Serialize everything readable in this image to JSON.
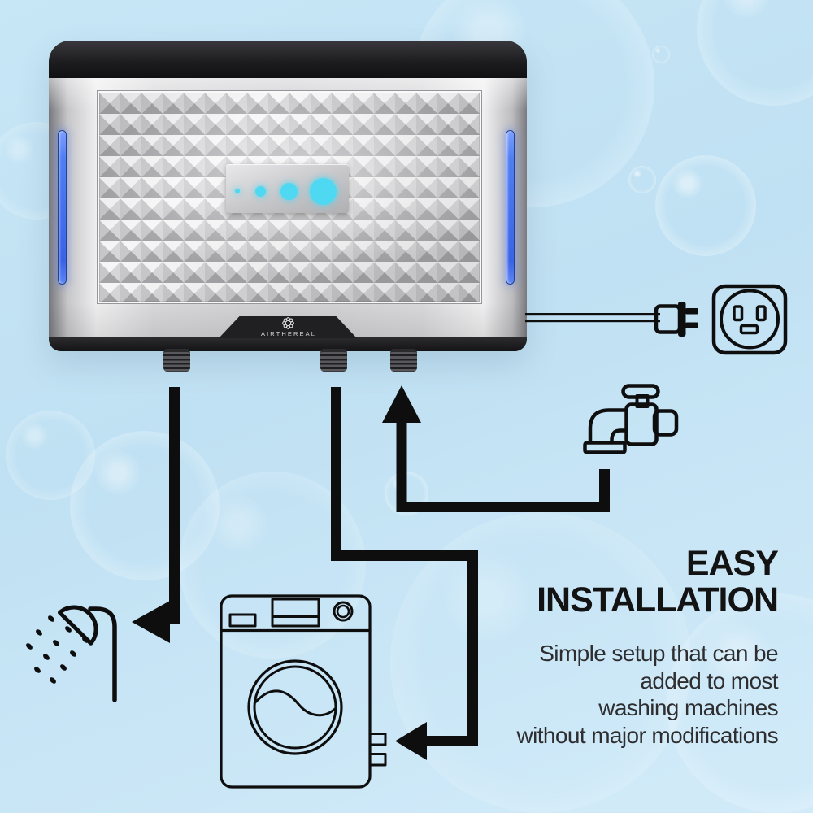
{
  "device": {
    "brand_label": "AIRTHEREAL",
    "logo_icon": "flower-gear-icon",
    "indicator_dots": [
      "xs",
      "small",
      "medium",
      "large"
    ],
    "led_strips": 2,
    "outlet_nozzles": 3
  },
  "headline": {
    "line1": "EASY",
    "line2": "INSTALLATION"
  },
  "description": {
    "lines": [
      "Simple setup that can be",
      "added to most",
      "washing machines",
      "without major modifications"
    ]
  },
  "icons": {
    "plug": "power-plug-icon",
    "outlet": "power-outlet-icon",
    "faucet": "water-faucet-icon",
    "shower": "shower-head-icon",
    "washer": "washing-machine-icon"
  },
  "colors": {
    "background_top": "#c7e6f6",
    "background_bottom": "#d2ebf9",
    "arrow_ink": "#0e0e0f",
    "headline_text": "#131313",
    "body_text": "#2e2e30",
    "indicator_cyan": "#4ed8f2",
    "led_blue": "#4f7ef2",
    "device_black": "#1c1c1f",
    "device_silver": "#d2d2d4"
  }
}
